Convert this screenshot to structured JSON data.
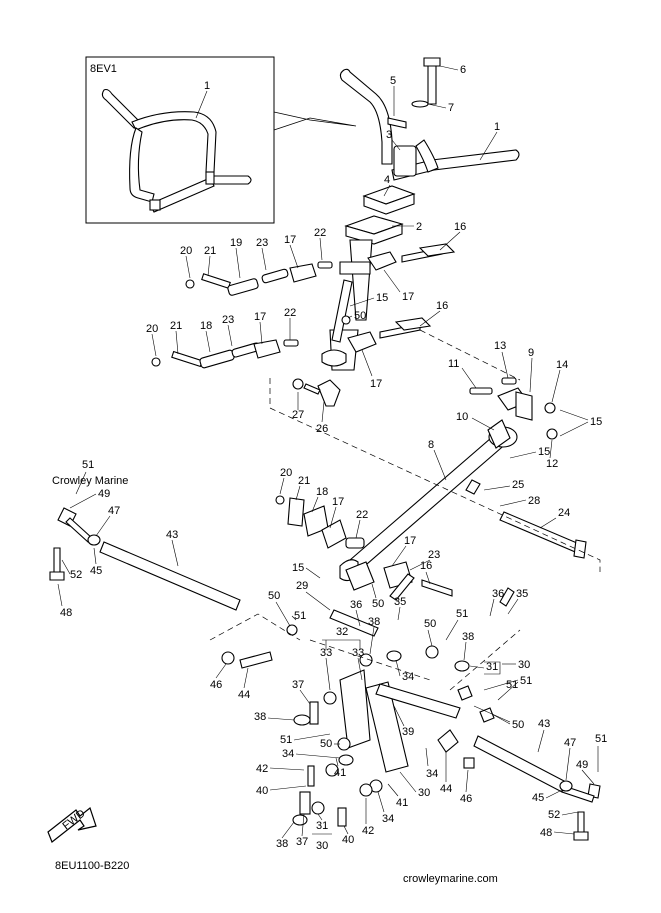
{
  "diagram": {
    "code": "8EU1100-B220",
    "inset_label": "8EV1",
    "watermark": "Crowley Marine",
    "site": "crowleymarine.com",
    "fwd_label": "FWD",
    "callouts": {
      "c1": "1",
      "c1b": "1",
      "c2": "2",
      "c3": "3",
      "c4": "4",
      "c5": "5",
      "c6": "6",
      "c7": "7",
      "c8": "8",
      "c9": "9",
      "c10": "10",
      "c11": "11",
      "c12": "12",
      "c13": "13",
      "c14": "14",
      "c15a": "15",
      "c15b": "15",
      "c15c": "15",
      "c15d": "15",
      "c16a": "16",
      "c16b": "16",
      "c16c": "16",
      "c17a": "17",
      "c17b": "17",
      "c17c": "17",
      "c17d": "17",
      "c17e": "17",
      "c17f": "17",
      "c18a": "18",
      "c18b": "18",
      "c19": "19",
      "c20a": "20",
      "c20b": "20",
      "c20c": "20",
      "c21a": "21",
      "c21b": "21",
      "c21c": "21",
      "c22a": "22",
      "c22b": "22",
      "c22c": "22",
      "c23a": "23",
      "c23b": "23",
      "c23c": "23",
      "c24": "24",
      "c25": "25",
      "c26": "26",
      "c27": "27",
      "c28": "28",
      "c29": "29",
      "c30a": "30",
      "c30b": "30",
      "c30c": "30",
      "c31a": "31",
      "c31b": "31",
      "c32": "32",
      "c33a": "33",
      "c33b": "33",
      "c34a": "34",
      "c34b": "34",
      "c34c": "34",
      "c34d": "34",
      "c35a": "35",
      "c35b": "35",
      "c36a": "36",
      "c36b": "36",
      "c37a": "37",
      "c37b": "37",
      "c38a": "38",
      "c38b": "38",
      "c38c": "38",
      "c38d": "38",
      "c39": "39",
      "c40a": "40",
      "c40b": "40",
      "c41a": "41",
      "c41b": "41",
      "c42a": "42",
      "c42b": "42",
      "c43a": "43",
      "c43b": "43",
      "c44a": "44",
      "c44b": "44",
      "c45a": "45",
      "c45b": "45",
      "c46a": "46",
      "c46b": "46",
      "c47a": "47",
      "c47b": "47",
      "c48a": "48",
      "c48b": "48",
      "c49a": "49",
      "c49b": "49",
      "c50a": "50",
      "c50b": "50",
      "c50c": "50",
      "c50d": "50",
      "c50e": "50",
      "c50f": "50",
      "c51a": "51",
      "c51b": "51",
      "c51c": "51",
      "c51d": "51",
      "c51e": "51",
      "c51f": "51",
      "c51g": "51",
      "c52a": "52",
      "c52b": "52"
    }
  }
}
